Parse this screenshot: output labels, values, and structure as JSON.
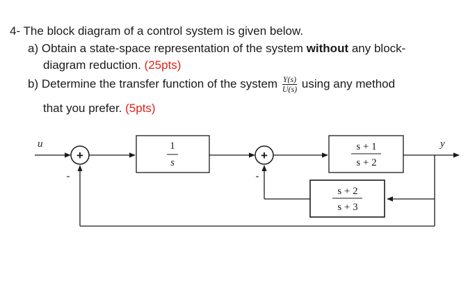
{
  "problem": {
    "number": "4-",
    "statement": "The block diagram of a control system is given below.",
    "part_a": {
      "label": "a)",
      "text_1": "Obtain a state-space representation of the system",
      "emphasis": "without",
      "text_2": "any block-",
      "text_3": "diagram reduction.",
      "points": "(25pts)"
    },
    "part_b": {
      "label": "b)",
      "text_1": "Determine the transfer function of the system",
      "tf_num": "Y(s)",
      "tf_den": "U(s)",
      "text_2": "using any method",
      "text_3": "that you prefer.",
      "points": "(5pts)"
    }
  },
  "diagram": {
    "input_label": "u",
    "output_label": "y",
    "sum1_sign": "+",
    "sum2_sign": "+",
    "fb1_sign": "-",
    "fb2_sign": "-",
    "block1": {
      "num": "1",
      "den": "s"
    },
    "block2": {
      "num": "s + 1",
      "den": "s + 2"
    },
    "block3": {
      "num": "s + 2",
      "den": "s + 3"
    }
  }
}
